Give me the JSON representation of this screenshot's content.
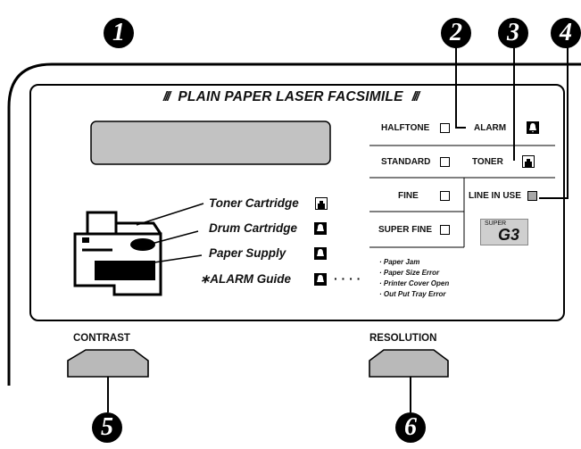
{
  "header": {
    "title": "PLAIN PAPER LASER FACSIMILE",
    "slashes": "///"
  },
  "callouts": [
    "1",
    "2",
    "3",
    "4",
    "5",
    "6"
  ],
  "resolution_modes": [
    "HALFTONE",
    "STANDARD",
    "FINE",
    "SUPER FINE"
  ],
  "indicators": {
    "alarm": "ALARM",
    "toner": "TONER",
    "line_in_use": "LINE IN USE"
  },
  "badge": {
    "top": "SUPER",
    "main": "G3"
  },
  "legend": [
    "Toner Cartridge",
    "Drum Cartridge",
    "Paper Supply",
    "∗ALARM Guide"
  ],
  "dots": "· · · ·",
  "alarm_causes": [
    "· Paper Jam",
    "· Paper Size Error",
    "· Printer Cover Open",
    "· Out Put Tray Error"
  ],
  "buttons": {
    "contrast": "CONTRAST",
    "resolution": "RESOLUTION"
  },
  "colors": {
    "display": "#c2c2c2",
    "button": "#b9b9b9",
    "line_led": "#a8a8a8"
  }
}
